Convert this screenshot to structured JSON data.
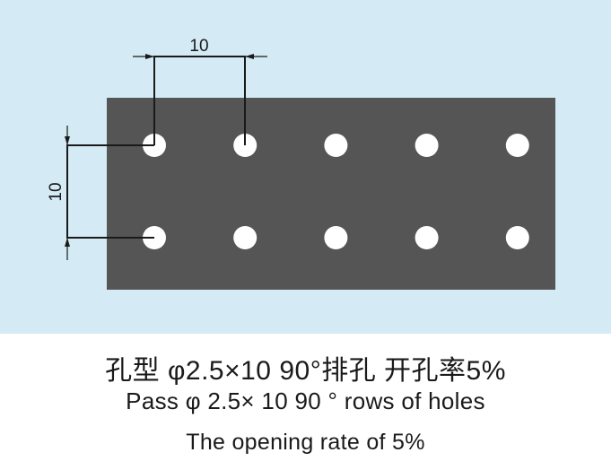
{
  "diagram": {
    "colors": {
      "background": "#d4eaf5",
      "plate": "#555555",
      "hole": "#ffffff",
      "dimension_line": "#1a1a1a"
    },
    "hole_grid": {
      "rows": 2,
      "columns": 5
    },
    "dimensions": {
      "horizontal_pitch": "10",
      "vertical_pitch": "10"
    }
  },
  "captions": {
    "chinese": "孔型 φ2.5×10  90°排孔  开孔率5%",
    "english": "Pass  φ 2.5× 10    90 ° rows of holes",
    "opening_rate": "The opening rate of 5%"
  }
}
